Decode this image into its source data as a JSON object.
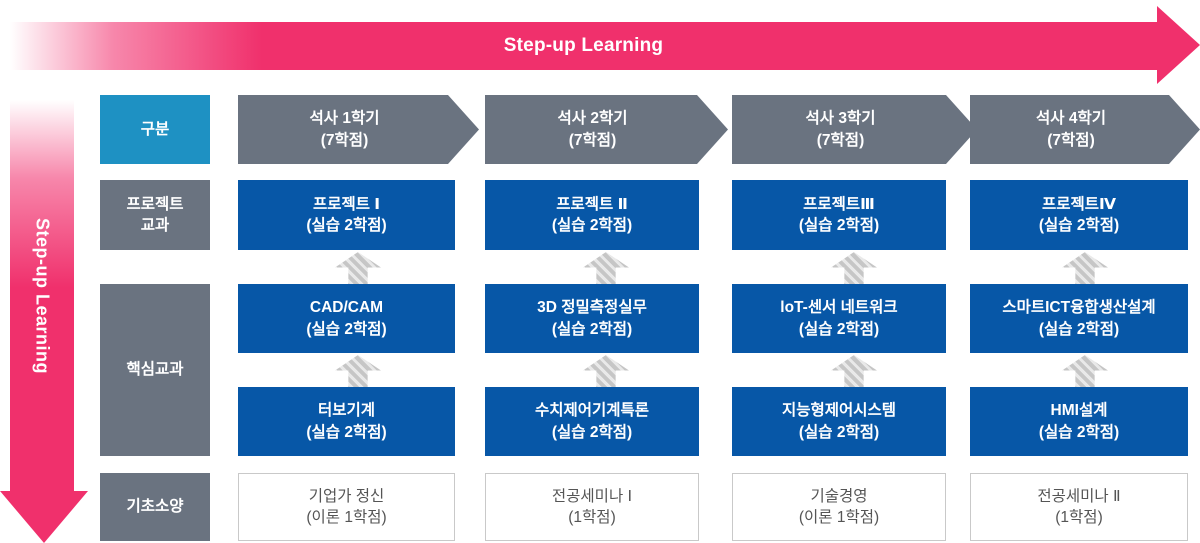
{
  "banners": {
    "top": {
      "label": "Step-up Learning"
    },
    "left": {
      "label": "Step-up Learning"
    }
  },
  "colors": {
    "pink": "#f0306c",
    "teal": "#1e91c3",
    "gray": "#6a7380",
    "blue": "#0757a7",
    "white_box_border": "#c9c9c9"
  },
  "grid": {
    "header": {
      "label": "구분",
      "cells": [
        {
          "title": "석사 1학기",
          "credit": "(7학점)"
        },
        {
          "title": "석사 2학기",
          "credit": "(7학점)"
        },
        {
          "title": "석사 3학기",
          "credit": "(7학점)"
        },
        {
          "title": "석사 4학기",
          "credit": "(7학점)"
        }
      ]
    },
    "project": {
      "label_line1": "프로젝트",
      "label_line2": "교과",
      "cells": [
        {
          "title": "프로젝트 Ⅰ",
          "credit": "(실습 2학점)"
        },
        {
          "title": "프로젝트 Ⅱ",
          "credit": "(실습 2학점)"
        },
        {
          "title": "프로젝트Ⅲ",
          "credit": "(실습 2학점)"
        },
        {
          "title": "프로젝트Ⅳ",
          "credit": "(실습 2학점)"
        }
      ]
    },
    "core": {
      "label": "핵심교과",
      "upper_cells": [
        {
          "title": "CAD/CAM",
          "credit": "(실습 2학점)"
        },
        {
          "title": "3D 정밀측정실무",
          "credit": "(실습 2학점)"
        },
        {
          "title": "loT-센서 네트워크",
          "credit": "(실습 2학점)"
        },
        {
          "title": "스마트ICT융합생산설계",
          "credit": "(실습 2학점)"
        }
      ],
      "lower_cells": [
        {
          "title": "터보기계",
          "credit": "(실습 2학점)"
        },
        {
          "title": "수치제어기계특론",
          "credit": "(실습 2학점)"
        },
        {
          "title": "지능형제어시스템",
          "credit": "(실습 2학점)"
        },
        {
          "title": "HMI설계",
          "credit": "(실습 2학점)"
        }
      ]
    },
    "basic": {
      "label": "기초소양",
      "cells": [
        {
          "title": "기업가 정신",
          "credit": "(이론 1학점)"
        },
        {
          "title": "전공세미나 Ⅰ",
          "credit": "(1학점)"
        },
        {
          "title": "기술경영",
          "credit": "(이론 1학점)"
        },
        {
          "title": "전공세미나 Ⅱ",
          "credit": "(1학점)"
        }
      ]
    }
  }
}
